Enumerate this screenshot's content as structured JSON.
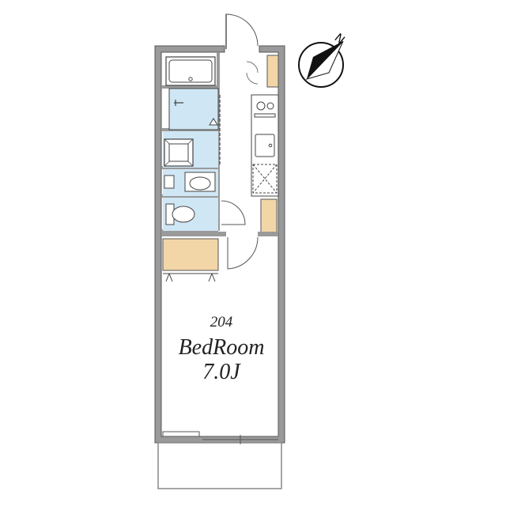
{
  "room": {
    "number": "204",
    "name": "BedRoom",
    "size": "7.0J"
  },
  "compass": {
    "north_label": "N"
  },
  "colors": {
    "wall": "#9a9a9a",
    "wet_area": "#cfe6f5",
    "storage": "#f2d6a8",
    "line": "#333333"
  },
  "icons": [
    "north-arrow-icon",
    "bathtub-icon",
    "toilet-icon",
    "sink-icon",
    "washing-machine-icon",
    "stove-icon",
    "door-swing-icon"
  ]
}
